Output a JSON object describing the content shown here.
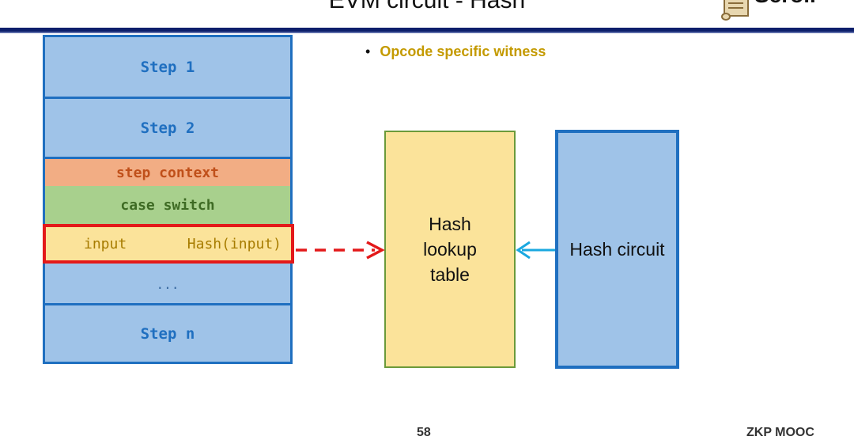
{
  "slide": {
    "title": "EVM circuit - Hash",
    "logo_text": "Scroll",
    "page_number": "58",
    "footer": "ZKP MOOC"
  },
  "bullet": "Opcode specific witness",
  "stack": {
    "step1": "Step 1",
    "step2": "Step 2",
    "step_context": "step context",
    "case_switch": "case switch",
    "input": "input",
    "hash_input": "Hash(input)",
    "ellipsis": "...",
    "stepn": "Step n"
  },
  "lookup_table": {
    "line1": "Hash",
    "line2": "lookup",
    "line3": "table"
  },
  "hash_circuit": "Hash circuit",
  "colors": {
    "step_blue": "#9fc3e8",
    "border_blue": "#1f6fc0",
    "context_orange": "#f2ad84",
    "case_green": "#a8d08d",
    "highlight_yellow": "#fbe39a",
    "highlight_red": "#e3191a",
    "arrow_cyan": "#1aa8e0"
  }
}
